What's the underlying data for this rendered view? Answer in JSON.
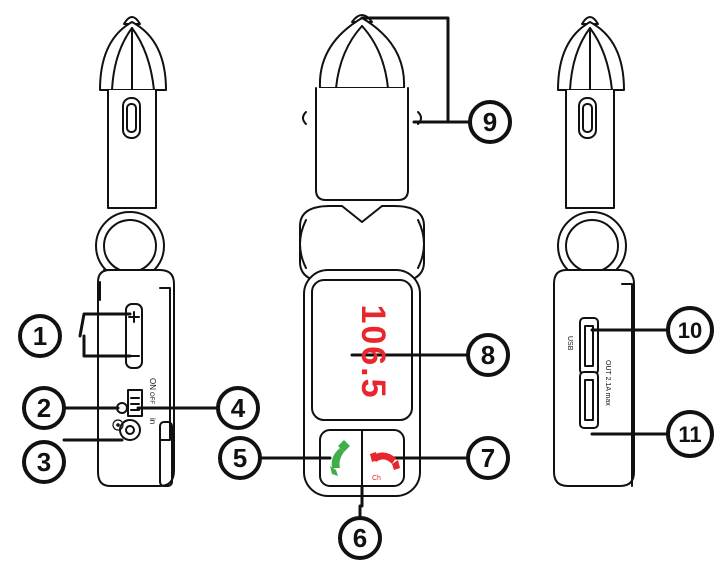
{
  "diagram": {
    "display": {
      "frequency": "106.5",
      "color": "#e8262b"
    },
    "labels": {
      "usb": "USB",
      "usb_output": "OUT 2.1A max",
      "switch_on": "ON",
      "switch_off": "OFF",
      "aux_in": "in",
      "ch": "Ch"
    },
    "callouts": [
      "1",
      "2",
      "3",
      "4",
      "5",
      "6",
      "7",
      "8",
      "9",
      "10",
      "11"
    ],
    "icons": {
      "answer_call": "phone-answer-icon",
      "end_call": "phone-hangup-icon",
      "aux_jack": "audio-jack-icon"
    },
    "colors": {
      "answer": "#3fae49",
      "hangup": "#e8262b",
      "outline": "#111111"
    }
  }
}
